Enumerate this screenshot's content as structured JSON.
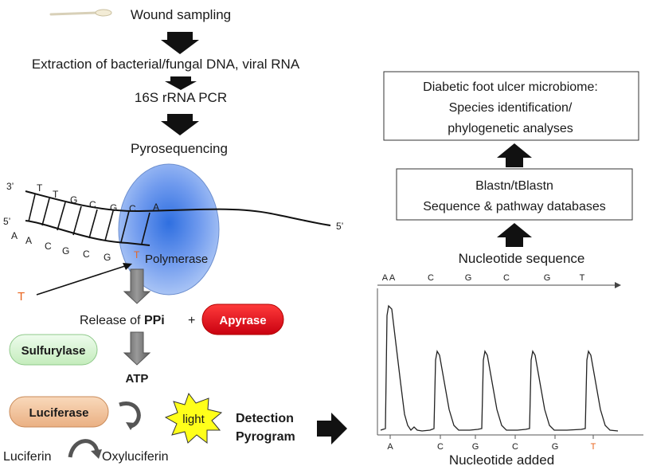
{
  "workflow": {
    "steps": [
      "Wound sampling",
      "Extraction of bacterial/fungal DNA, viral RNA",
      "16S rRNA PCR",
      "Pyrosequencing"
    ]
  },
  "dna": {
    "strand_top_label": "3’",
    "strand_left_label": "5’",
    "strand_right_label": "5’",
    "top_bases": [
      "T",
      "T",
      "G",
      "C",
      "G",
      "C",
      "A"
    ],
    "bottom_bases": [
      "A",
      "A",
      "C",
      "G",
      "C",
      "G"
    ],
    "incoming_base": "T",
    "added_base": "T",
    "polymerase_label": "Polymerase"
  },
  "reaction": {
    "release_prefix": "Release of ",
    "release_bold": "PPi",
    "plus": "+",
    "apyrase": "Apyrase",
    "sulfurylase": "Sulfurylase",
    "atp": "ATP",
    "luciferase": "Luciferase",
    "light": "light",
    "luciferin": "Luciferin",
    "oxyluciferin": "Oxyluciferin",
    "detection_line1": "Detection",
    "detection_line2": "Pyrogram"
  },
  "analysis": {
    "microbiome_lines": [
      "Diabetic foot ulcer microbiome:",
      "Species identification/",
      "phylogenetic analyses"
    ],
    "blast_lines": [
      "Blastn/tBlastn",
      "Sequence & pathway databases"
    ],
    "nucleotide_sequence": "Nucleotide sequence"
  },
  "pyrogram": {
    "top_sequence": [
      "A A",
      "C",
      "G",
      "C",
      "G",
      "T"
    ],
    "bottom_labels": [
      "A",
      "C",
      "G",
      "C",
      "G",
      "T"
    ],
    "x_axis_label": "Nucleotide added"
  },
  "colors": {
    "highlight_base": "#e8641e",
    "apyrase_fill": "#e8000f",
    "sulfurylase_fill": "#d6f5cf",
    "luciferase_fill": "#f2c49a",
    "light_fill": "#ffff1a",
    "polymerase_fill": "#7aa3f0",
    "polymerase_core": "#2f6fe0"
  }
}
